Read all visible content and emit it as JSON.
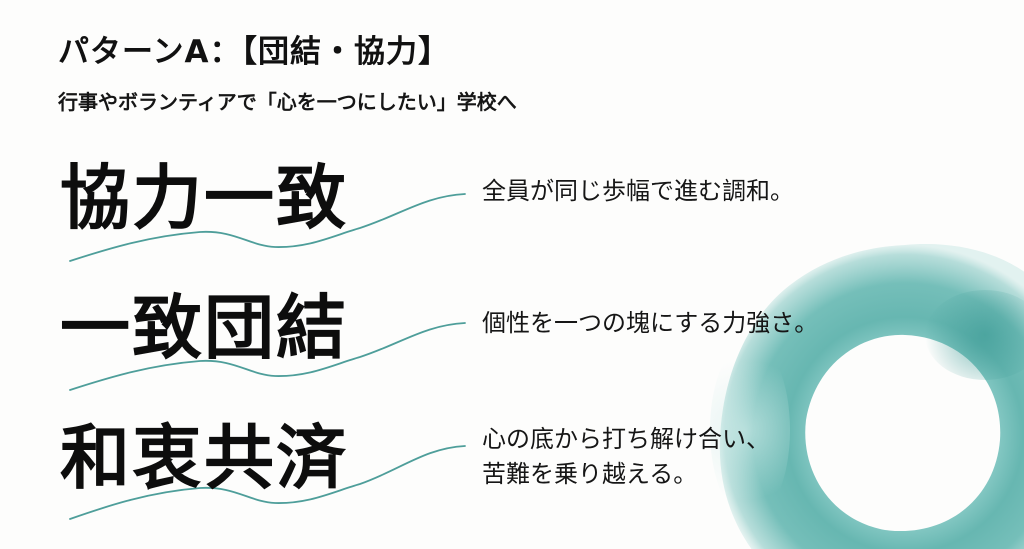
{
  "header": {
    "title": "パターンA：【団結・協力】",
    "subtitle": "行事やボランティアで「心を一つにしたい」学校へ"
  },
  "entries": [
    {
      "idiom": "協力一致",
      "description_lines": [
        "全員が同じ歩幅で進む調和。"
      ]
    },
    {
      "idiom": "一致団結",
      "description_lines": [
        "個性を一つの塊にする力強さ。"
      ]
    },
    {
      "idiom": "和衷共済",
      "description_lines": [
        "心の底から打ち解け合い、",
        "苦難を乗り越える。"
      ]
    }
  ],
  "colors": {
    "accent_teal": "#4e9e9a",
    "ring_teal": "#5fb3ad",
    "ring_teal_dark": "#3f9c97",
    "text": "#141414",
    "background": "#fdfdfc"
  },
  "decorations": {
    "wave_line": "teal-wave-underline",
    "watercolor_ring": "teal-enso-circle"
  }
}
